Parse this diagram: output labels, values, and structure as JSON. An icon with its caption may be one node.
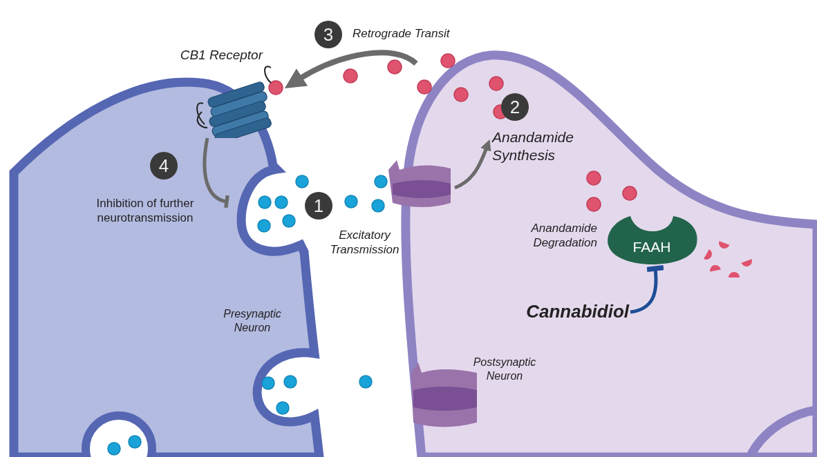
{
  "diagram": {
    "nodes": [
      {
        "text": [
          "Presynaptic Neuron"
        ]
      },
      {
        "text": [
          "CB1 Receptor"
        ]
      },
      {
        "text": [
          "Postsynaptic Neuron"
        ]
      },
      {
        "text": [],
        "shape": "picture",
        "in": 2
      },
      {
        "text": [
          "FAAH"
        ],
        "in": 2,
        "beside": [
          "Anandamide Degradation"
        ]
      },
      {
        "text": [
          "Cannabidiol"
        ],
        "in": 2
      },
      {
        "text": [
          "Anandamide Synthesis"
        ],
        "in": 2
      }
    ],
    "edges": [
      {
        "from": 2,
        "to": 1,
        "arrow": "to"
      },
      {
        "from": 1,
        "to": 0,
        "arrow": "other"
      },
      {
        "from": 3,
        "to": 6,
        "arrow": "to"
      },
      {
        "from": 5,
        "to": 4,
        "arrow": "other",
        "color": "#1f4e96"
      }
    ],
    "labels": [
      "3",
      "Retrograde Transit",
      "2",
      "4",
      "Inhibition of further neurotransmission",
      "1",
      "Excitatory Transmission"
    ]
  }
}
